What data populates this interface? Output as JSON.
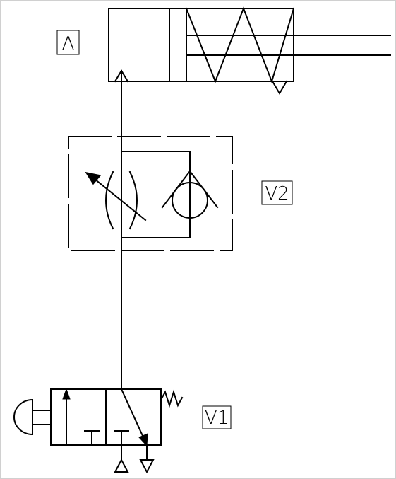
{
  "labels": {
    "cylinder": "A",
    "flow_valve": "V2",
    "directional_valve": "V1"
  }
}
